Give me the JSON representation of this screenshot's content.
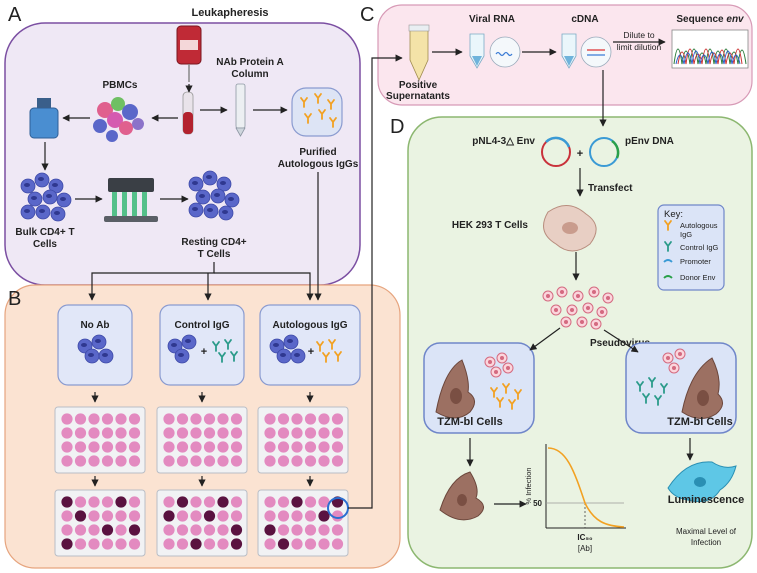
{
  "panels": {
    "a": "A",
    "b": "B",
    "c": "C",
    "d": "D"
  },
  "panel_a": {
    "leukapheresis": "Leukapheresis",
    "nab_line1": "NAb Protein A",
    "nab_line2": "Column",
    "pbmcs": "PBMCs",
    "purified_line1": "Purified",
    "purified_line2": "Autologous IgGs",
    "bulk_line1": "Bulk CD4+ T",
    "bulk_line2": "Cells",
    "resting_line1": "Resting CD4+",
    "resting_line2": "T Cells"
  },
  "panel_b": {
    "conditions": [
      {
        "label": "No Ab"
      },
      {
        "label": "Control  IgG"
      },
      {
        "label": "Autologous IgG"
      }
    ],
    "plus": "+"
  },
  "panel_c": {
    "positive_line1": "Positive",
    "positive_line2": "Supernatants",
    "viral_rna": "Viral RNA",
    "cdna": "cDNA",
    "dilute_line1": "Dilute to",
    "dilute_line2": "limit dilution",
    "sequence_prefix": "Sequence ",
    "sequence_env": "env"
  },
  "panel_d": {
    "pnl": "pNL4-3△ Env",
    "penv": "pEnv DNA",
    "plus": "+",
    "transfect": "Transfect",
    "hek": "HEK 293 T Cells",
    "pseudovirus": "Pseudovirus",
    "tzm_left": "TZM-bl Cells",
    "tzm_right": "TZM-bl Cells",
    "key_title": "Key:",
    "key_items": [
      {
        "label_line1": "Autologous",
        "label_line2": "IgG"
      },
      {
        "label_line1": "Control IgG",
        "label_line2": ""
      },
      {
        "label_line1": "Promoter",
        "label_line2": ""
      },
      {
        "label_line1": "Donor Env",
        "label_line2": ""
      }
    ],
    "graph_ylabel": "% Infection",
    "graph_50": "50",
    "graph_ic50": "IC₅₀",
    "graph_ab": "[Ab]",
    "luminescence": "Luminescence",
    "maximal_line1": "Maximal Level of",
    "maximal_line2": "Infection"
  },
  "colors": {
    "panel_a_fill": "#efe8f5",
    "panel_a_stroke": "#7b4fa2",
    "panel_b_fill": "#fbe3d2",
    "panel_c_fill": "#fbe6ee",
    "panel_d_fill": "#eaf3e2",
    "panel_d_stroke": "#8cb770",
    "cell_blue": "#5a67c9",
    "antibody_orange": "#f2a122",
    "antibody_teal": "#2b9b8a",
    "well_pink": "#e38ac0",
    "well_dark": "#5a1240",
    "tzm_brown": "#9c7062",
    "lum_blue": "#5ec7e6"
  }
}
